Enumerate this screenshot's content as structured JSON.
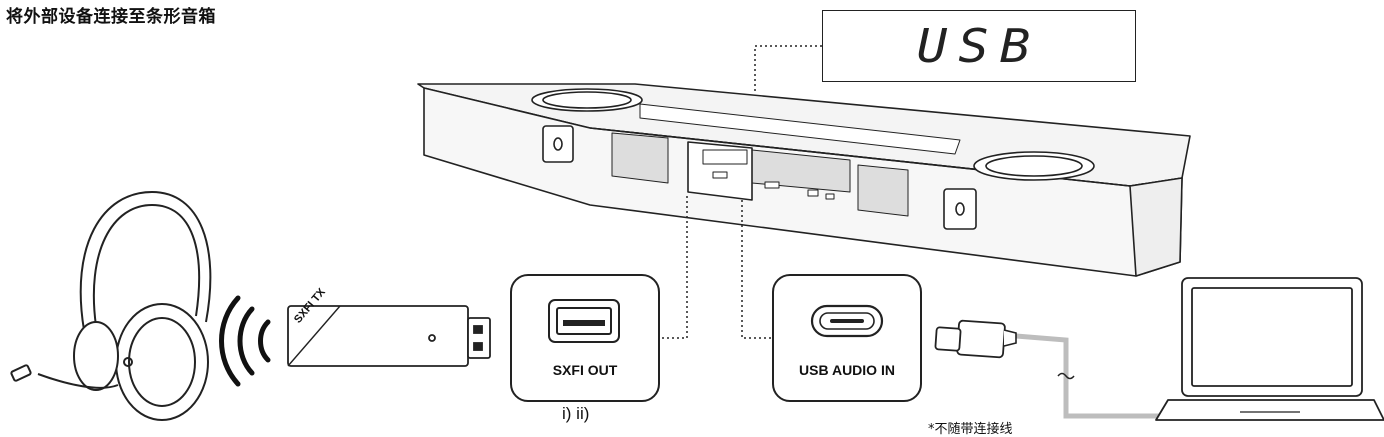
{
  "title": "将外部设备连接至条形音箱",
  "display": {
    "text": "USB"
  },
  "ports": {
    "sxfi_out": {
      "label": "SXFI OUT",
      "note": "i) ii)"
    },
    "usb_audio_in": {
      "label": "USB AUDIO IN"
    }
  },
  "dongle": {
    "label": "SXFI TX"
  },
  "footnote": "*不随带连接线",
  "icons": [
    "headphones-icon",
    "wireless-signal-icon",
    "usb-a-port-icon",
    "usb-c-port-icon",
    "usb-c-cable-icon",
    "laptop-icon",
    "soundbar-illustration"
  ],
  "colors": {
    "line": "#222222",
    "cable": "#bdbdbd",
    "background": "#ffffff"
  }
}
